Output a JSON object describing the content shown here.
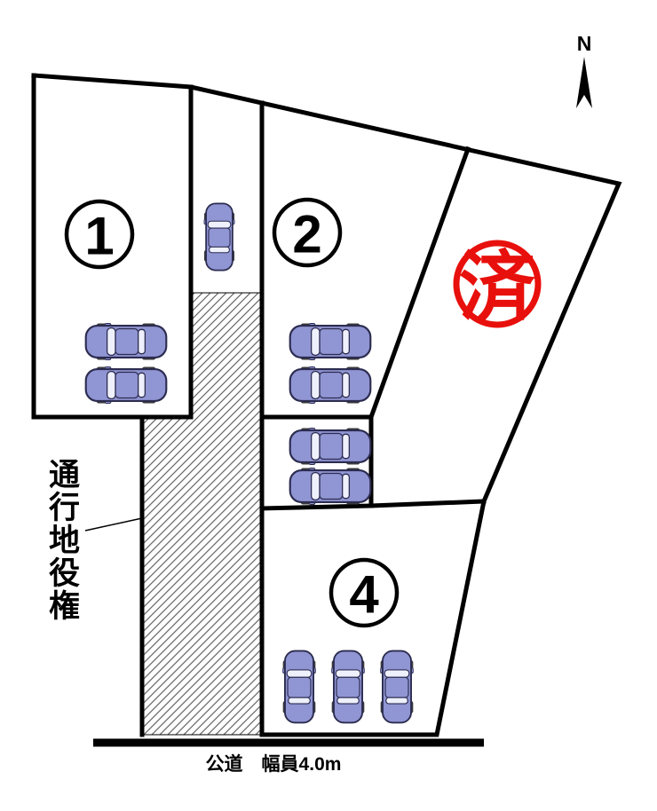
{
  "compass": {
    "north_label": "N"
  },
  "lots": {
    "lot1": {
      "number": "1"
    },
    "lot2": {
      "number": "2"
    },
    "lot4": {
      "number": "4"
    },
    "sold_lot": {
      "stamp_text": "済"
    }
  },
  "labels": {
    "easement": "通行地役権",
    "road": "公道　幅員4.0m"
  },
  "colors": {
    "line": "#000000",
    "stamp_red": "#e8100c",
    "car_body": "#9095d3",
    "car_window": "#eef0fb",
    "car_outline": "#2c2c50",
    "hatch_line": "#666666"
  }
}
